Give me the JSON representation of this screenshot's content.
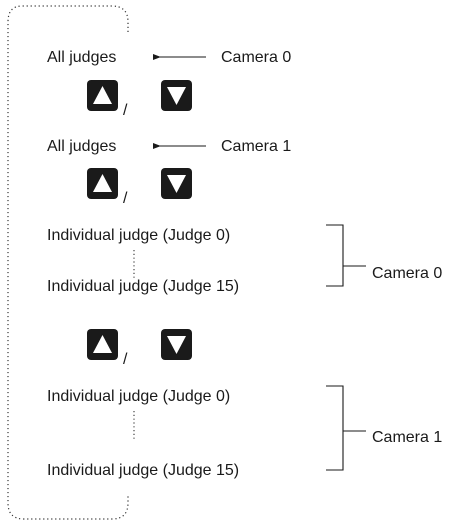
{
  "labels": {
    "all_judges": "All judges",
    "camera_0": "Camera 0",
    "camera_1": "Camera 1",
    "judge_first": "Individual judge (Judge 0)",
    "judge_last": "Individual judge (Judge 15)",
    "separator": "/"
  },
  "keys": {
    "up": "up-arrow-key-icon",
    "down": "down-arrow-key-icon"
  },
  "colors": {
    "ink": "#1a1a1a",
    "background": "#ffffff"
  }
}
